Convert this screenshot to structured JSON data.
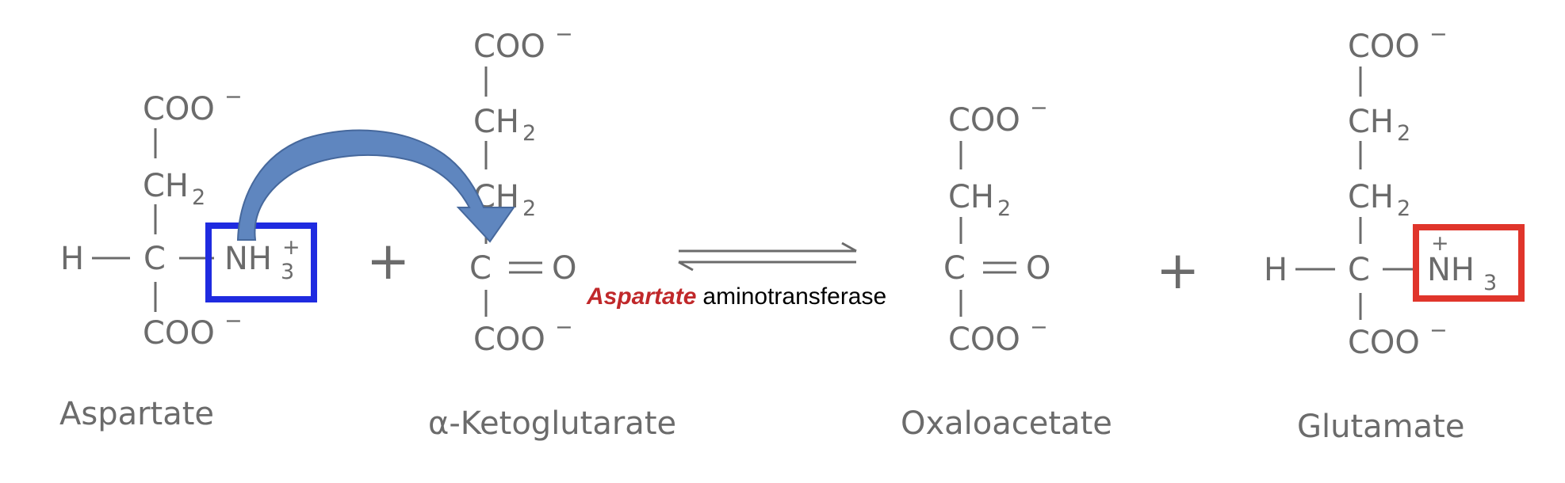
{
  "molecules": {
    "aspartate": {
      "name": "Aspartate",
      "top_group": "COO",
      "top_charge": "−",
      "ch2": "CH",
      "ch2_sub": "2",
      "h": "H",
      "c": "C",
      "amino": "NH",
      "amino_sub": "3",
      "amino_charge": "+",
      "bottom_group": "COO",
      "bottom_charge": "−"
    },
    "alpha_ketoglutarate": {
      "name": "α-Ketoglutarate",
      "top_group": "COO",
      "top_charge": "−",
      "ch2_a": "CH",
      "ch2_a_sub": "2",
      "ch2_b": "CH",
      "ch2_b_sub": "2",
      "c": "C",
      "eq": "=",
      "o": "O",
      "bottom_group": "COO",
      "bottom_charge": "−"
    },
    "oxaloacetate": {
      "name": "Oxaloacetate",
      "top_group": "COO",
      "top_charge": "−",
      "ch2": "CH",
      "ch2_sub": "2",
      "c": "C",
      "eq": "=",
      "o": "O",
      "bottom_group": "COO",
      "bottom_charge": "−"
    },
    "glutamate": {
      "name": "Glutamate",
      "top_group": "COO",
      "top_charge": "−",
      "ch2_a": "CH",
      "ch2_a_sub": "2",
      "ch2_b": "CH",
      "ch2_b_sub": "2",
      "h": "H",
      "c": "C",
      "amino": "NH",
      "amino_sub": "3",
      "amino_charge": "+",
      "bottom_group": "COO",
      "bottom_charge": "−"
    }
  },
  "plus_signs": [
    "+",
    "+"
  ],
  "enzyme": {
    "name_highlight": "Aspartate",
    "name_rest": "aminotransferase"
  },
  "colors": {
    "structure": "#6b6b6b",
    "donor_box": "#1f2be0",
    "acceptor_box": "#e0352b",
    "arrow_fill": "#5f86bf",
    "enzyme_highlight": "#c0282a",
    "enzyme_text": "#000000"
  }
}
